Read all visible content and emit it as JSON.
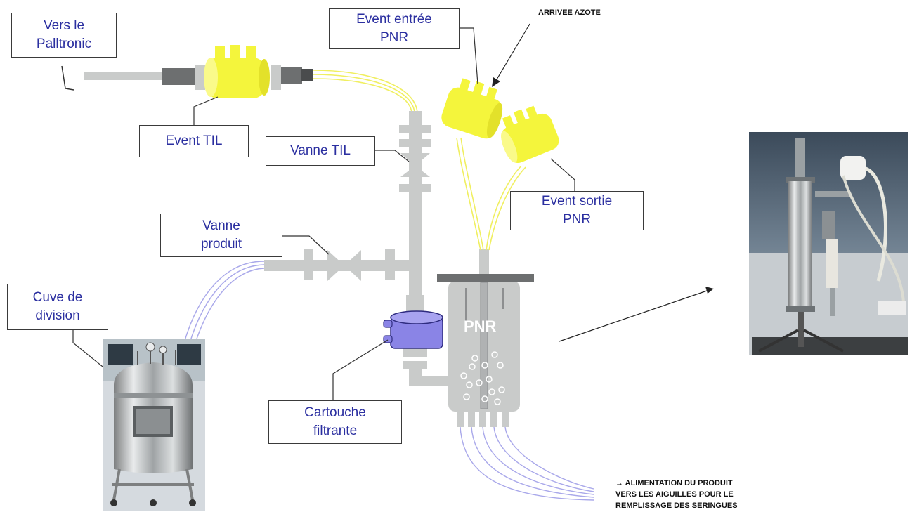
{
  "labels": {
    "vers_palltronic": [
      "Vers le",
      "Palltronic"
    ],
    "event_til": "Event TIL",
    "vanne_til": "Vanne TIL",
    "vanne_produit": [
      "Vanne",
      "produit"
    ],
    "cuve_division": [
      "Cuve de",
      "division"
    ],
    "cartouche_filtrante": [
      "Cartouche",
      "filtrante"
    ],
    "event_entree_pnr": [
      "Event entrée",
      "PNR"
    ],
    "event_sortie_pnr": [
      "Event sortie",
      "PNR"
    ],
    "pnr_tank": "PNR"
  },
  "notes": {
    "arrivee_azote": "ARRIVEE AZOTE",
    "alimentation": [
      "→ ALIMENTATION DU PRODUIT",
      "VERS LES AIGUILLES POUR LE",
      "REMPLISSAGE DES SERINGUES"
    ]
  },
  "colors": {
    "label_text": "#2b2fa0",
    "pipe": "#c9cbca",
    "filter_yellow": "#f4f53c",
    "cartridge_purple": "#8a84e6",
    "tube_lavender": "#a9a8ea"
  }
}
